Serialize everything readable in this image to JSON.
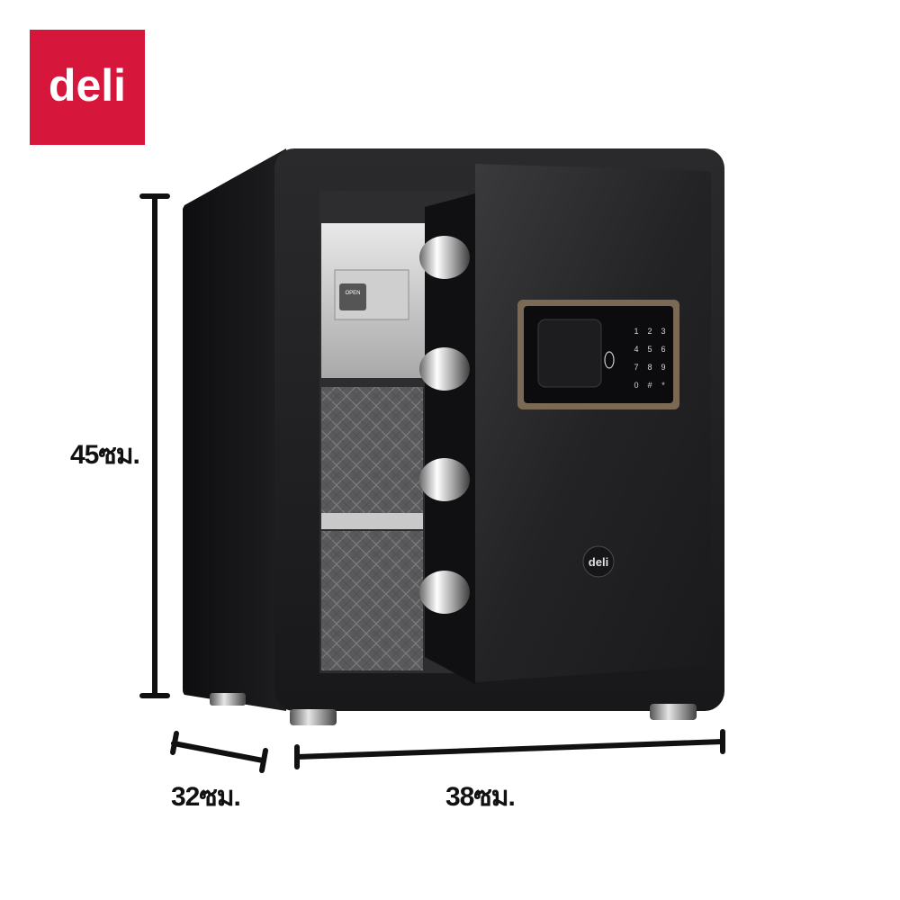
{
  "brand": {
    "logo_text": "deli",
    "logo_color": "#d6163a",
    "badge_text": "deli"
  },
  "dimensions": {
    "height": "45ซม.",
    "depth": "32ซม.",
    "width": "38ซม."
  },
  "keypad": {
    "keys": [
      "1",
      "2",
      "3",
      "4",
      "5",
      "6",
      "7",
      "8",
      "9",
      "0",
      "#",
      "*"
    ]
  },
  "interior": {
    "drawer_label": "OPEN"
  },
  "colors": {
    "safe_body": "#1b1b1d",
    "door": "#222224",
    "panel_trim": "#7a6a55"
  }
}
